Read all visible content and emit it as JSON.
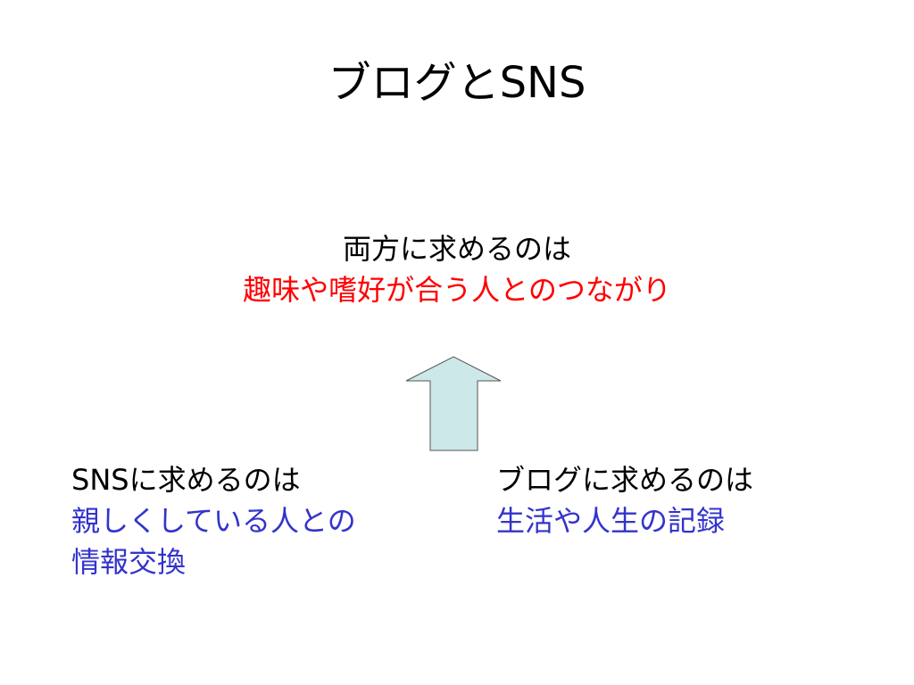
{
  "slide": {
    "title": "ブログとSNS",
    "center": {
      "line1": "両方に求めるのは",
      "line2": "趣味や嗜好が合う人とのつながり"
    },
    "left": {
      "heading": "SNSに求めるのは",
      "line1": "親しくしている人との",
      "line2": "情報交換"
    },
    "right": {
      "heading": "ブログに求めるのは",
      "line1": "生活や人生の記録"
    },
    "arrow_icon": "up-arrow",
    "colors": {
      "highlight_red": "#ff0000",
      "highlight_blue": "#3333cc",
      "arrow_fill": "#cce8e8"
    }
  }
}
